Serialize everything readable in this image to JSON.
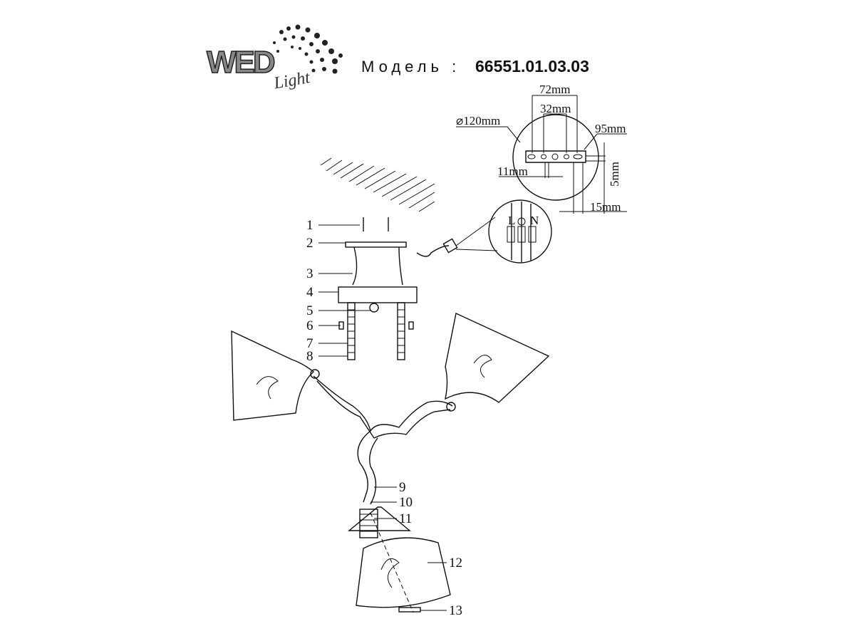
{
  "brand": {
    "logo_text": "WED",
    "logo_sub": "Light"
  },
  "header": {
    "model_label": "Модель :",
    "model_number": "66551.01.03.03"
  },
  "dimensions": {
    "width_outer": "72mm",
    "width_inner": "32mm",
    "diameter": "⌀120mm",
    "length": "95mm",
    "hole": "11mm",
    "thickness": "5mm",
    "edge": "15mm"
  },
  "wiring": {
    "live": "L",
    "neutral": "N"
  },
  "parts": [
    "1",
    "2",
    "3",
    "4",
    "5",
    "6",
    "7",
    "8",
    "9",
    "10",
    "11",
    "12",
    "13"
  ]
}
